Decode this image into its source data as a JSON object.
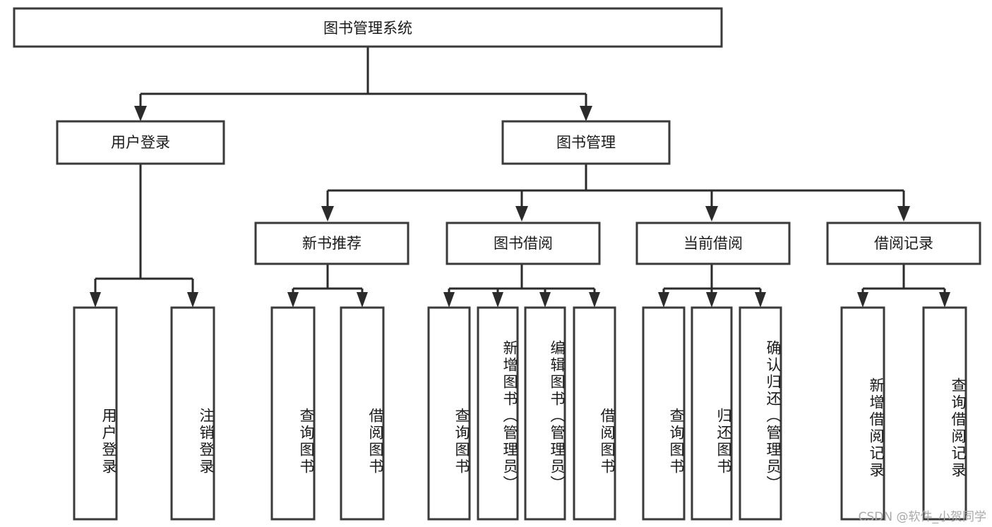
{
  "diagram": {
    "type": "tree-hierarchy-chart",
    "title": "图书管理系统",
    "watermark": "CSDN @软件_小贺同学",
    "colors": {
      "box_stroke": "#3a3a3a",
      "connector": "#2b2b2b",
      "background": "#ffffff",
      "text": "#1a1a1a",
      "watermark": "#a9a9a9"
    },
    "levels": {
      "root": {
        "label": "图书管理系统"
      },
      "level2": [
        {
          "label": "用户登录"
        },
        {
          "label": "图书管理"
        }
      ],
      "level3": [
        {
          "label": "新书推荐"
        },
        {
          "label": "图书借阅"
        },
        {
          "label": "当前借阅"
        },
        {
          "label": "借阅记录"
        }
      ],
      "leaves": {
        "user_login": [
          {
            "label": "用户登录"
          },
          {
            "label": "注销登录"
          }
        ],
        "new_book_recommend": [
          {
            "label": "查询图书"
          },
          {
            "label": "借阅图书"
          }
        ],
        "book_borrow": [
          {
            "label": "查询图书"
          },
          {
            "label": "新增图书（管理员）"
          },
          {
            "label": "编辑图书（管理员）"
          },
          {
            "label": "借阅图书"
          }
        ],
        "current_borrow": [
          {
            "label": "查询图书"
          },
          {
            "label": "归还图书"
          },
          {
            "label": "确认归还（管理员）"
          }
        ],
        "borrow_record": [
          {
            "label": "新增借阅记录"
          },
          {
            "label": "查询借阅记录"
          }
        ]
      }
    }
  }
}
